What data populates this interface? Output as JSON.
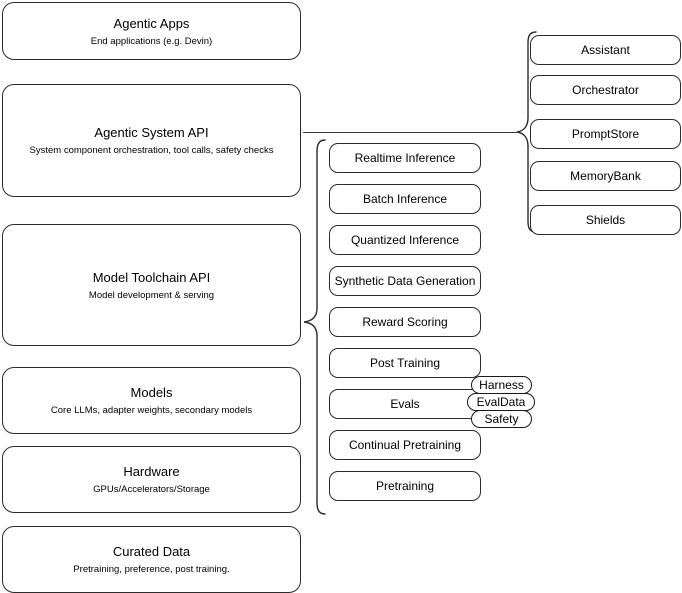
{
  "diagram": {
    "title": "AI stack layered architecture diagram",
    "line_color": "#2b2b2b",
    "background": "#ffffff"
  },
  "stack": {
    "layers": [
      {
        "title": "Agentic Apps",
        "subtitle": "End applications (e.g. Devin)"
      },
      {
        "title": "Agentic System API",
        "subtitle": "System component orchestration, tool calls, safety checks"
      },
      {
        "title": "Model Toolchain API",
        "subtitle": "Model development & serving"
      },
      {
        "title": "Models",
        "subtitle": "Core LLMs, adapter weights, secondary models"
      },
      {
        "title": "Hardware",
        "subtitle": "GPUs/Accelerators/Storage"
      },
      {
        "title": "Curated Data",
        "subtitle": "Pretraining, preference, post training."
      }
    ]
  },
  "toolchain_components": {
    "items": [
      {
        "label": "Realtime Inference"
      },
      {
        "label": "Batch Inference"
      },
      {
        "label": "Quantized Inference"
      },
      {
        "label": "Synthetic Data Generation"
      },
      {
        "label": "Reward Scoring"
      },
      {
        "label": "Post Training"
      },
      {
        "label": "Evals"
      },
      {
        "label": "Continual Pretraining"
      },
      {
        "label": "Pretraining"
      }
    ]
  },
  "evals_subcomponents": {
    "items": [
      {
        "label": "Harness"
      },
      {
        "label": "EvalData"
      },
      {
        "label": "Safety"
      }
    ]
  },
  "system_components": {
    "items": [
      {
        "label": "Assistant"
      },
      {
        "label": "Orchestrator"
      },
      {
        "label": "PromptStore"
      },
      {
        "label": "MemoryBank"
      },
      {
        "label": "Shields"
      }
    ]
  }
}
